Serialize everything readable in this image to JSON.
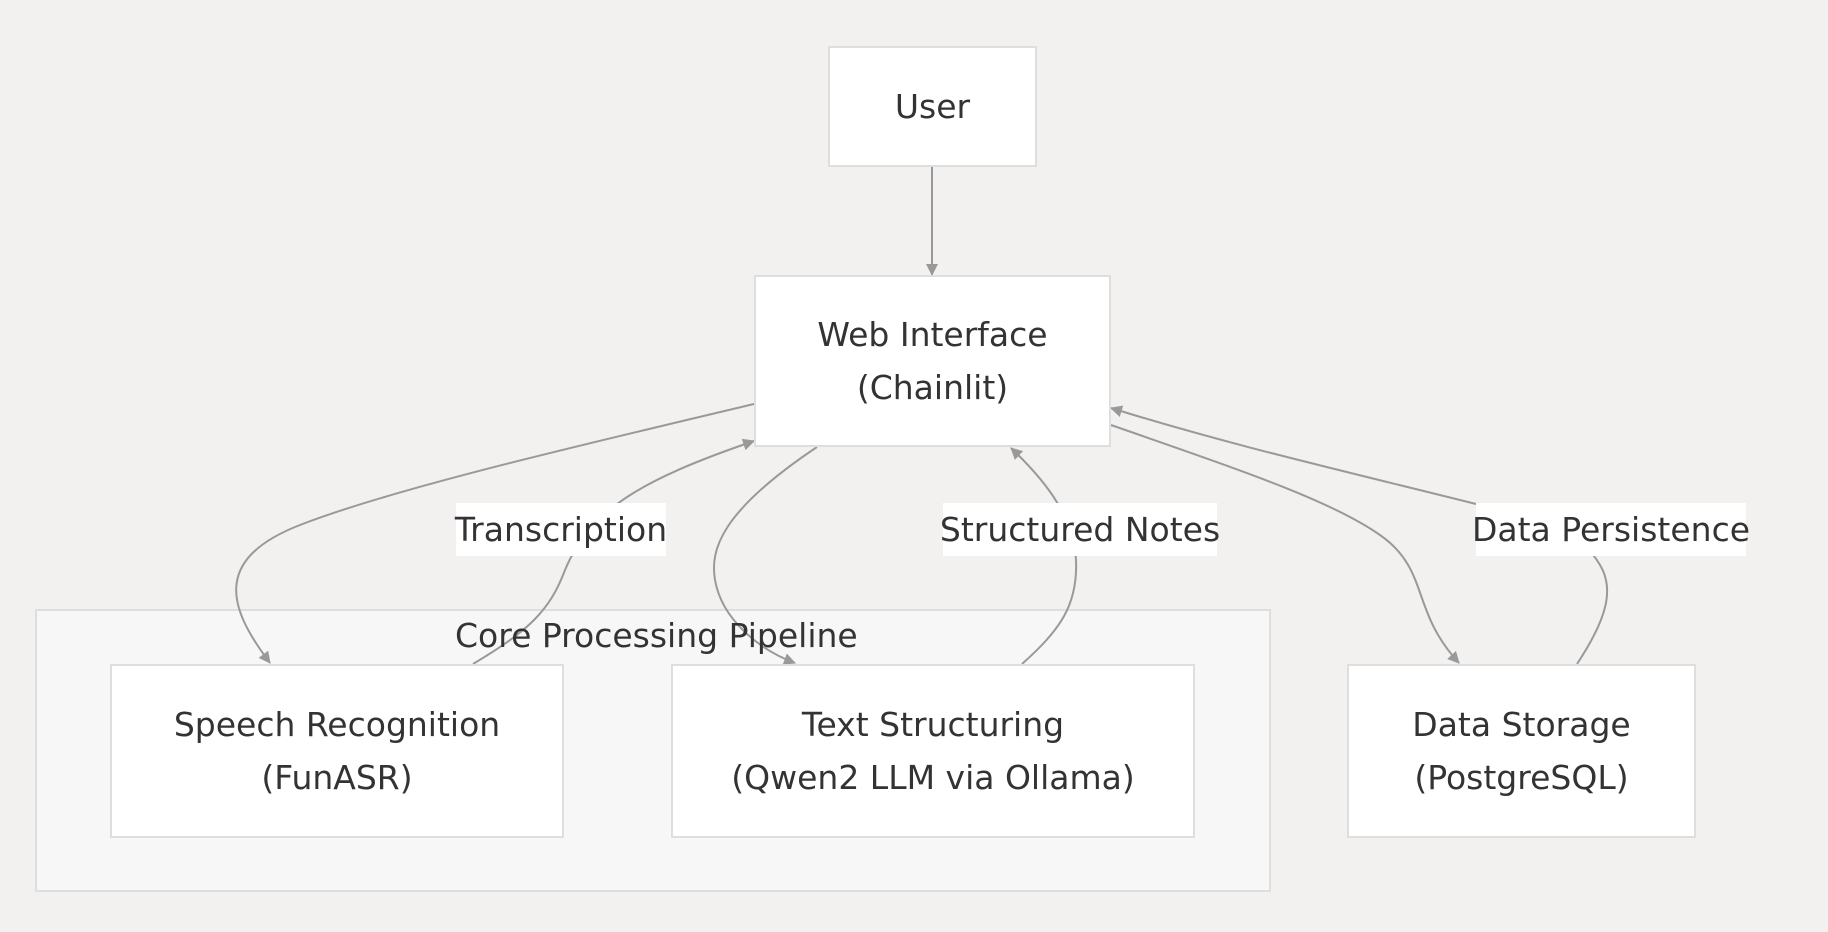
{
  "group": {
    "label": "Core Processing Pipeline"
  },
  "nodes": {
    "user": {
      "label": "User"
    },
    "web": {
      "line1": "Web Interface",
      "line2": "(Chainlit)"
    },
    "speech": {
      "line1": "Speech Recognition",
      "line2": "(FunASR)"
    },
    "text": {
      "line1": "Text Structuring",
      "line2": "(Qwen2 LLM via Ollama)"
    },
    "storage": {
      "line1": "Data Storage",
      "line2": "(PostgreSQL)"
    }
  },
  "edge_labels": {
    "transcription": "Transcription",
    "structured_notes": "Structured Notes",
    "data_persistence": "Data Persistence"
  },
  "colors": {
    "background": "#f2f1f0",
    "node_fill": "#ffffff",
    "node_border": "#dedede",
    "group_fill": "#f7f7f7",
    "edge": "#999999",
    "text": "#333333"
  }
}
